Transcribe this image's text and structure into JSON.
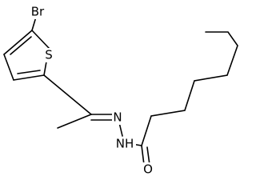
{
  "atoms": {
    "br": "Br",
    "s": "S",
    "n": "N",
    "nh": "NH",
    "o": "O"
  },
  "colors": {
    "bond": "#000000",
    "label": "#000000",
    "background": "#ffffff"
  }
}
